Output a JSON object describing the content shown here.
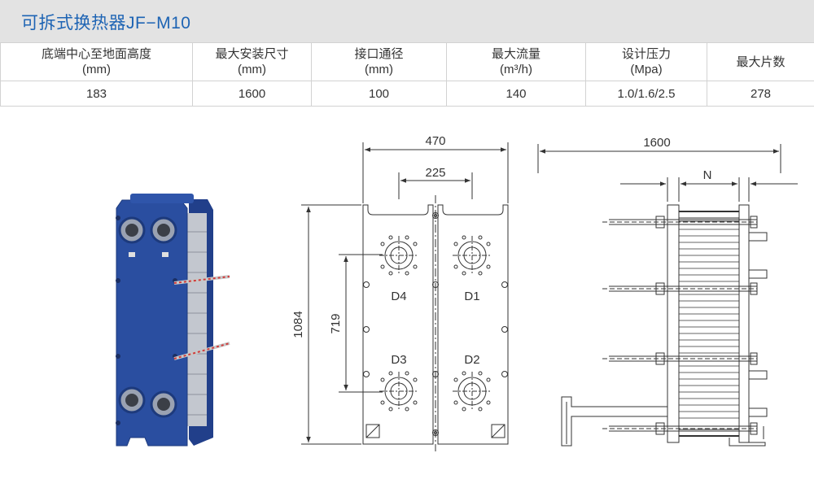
{
  "title": "可拆式换热器JF−M10",
  "table": {
    "columns": [
      {
        "line1": "底端中心至地面高度",
        "line2": "(mm)"
      },
      {
        "line1": "最大安装尺寸",
        "line2": "(mm)"
      },
      {
        "line1": "接口通径",
        "line2": "(mm)"
      },
      {
        "line1": "最大流量",
        "line2": "(m³/h)"
      },
      {
        "line1": "设计压力",
        "line2": "(Mpa)"
      },
      {
        "line1": "最大片数",
        "line2": ""
      }
    ],
    "values": [
      "183",
      "1600",
      "100",
      "140",
      "1.0/1.6/2.5",
      "278"
    ]
  },
  "front_view": {
    "width": "470",
    "inner_width": "225",
    "height": "1084",
    "port_spacing": "719",
    "ports": [
      "D4",
      "D1",
      "D3",
      "D2"
    ]
  },
  "side_view": {
    "length": "1600",
    "plate_pack_label": "N"
  },
  "colors": {
    "title_bar": "#e3e3e3",
    "title_text": "#1e64b4",
    "product_blue": "#2a4ea0"
  }
}
